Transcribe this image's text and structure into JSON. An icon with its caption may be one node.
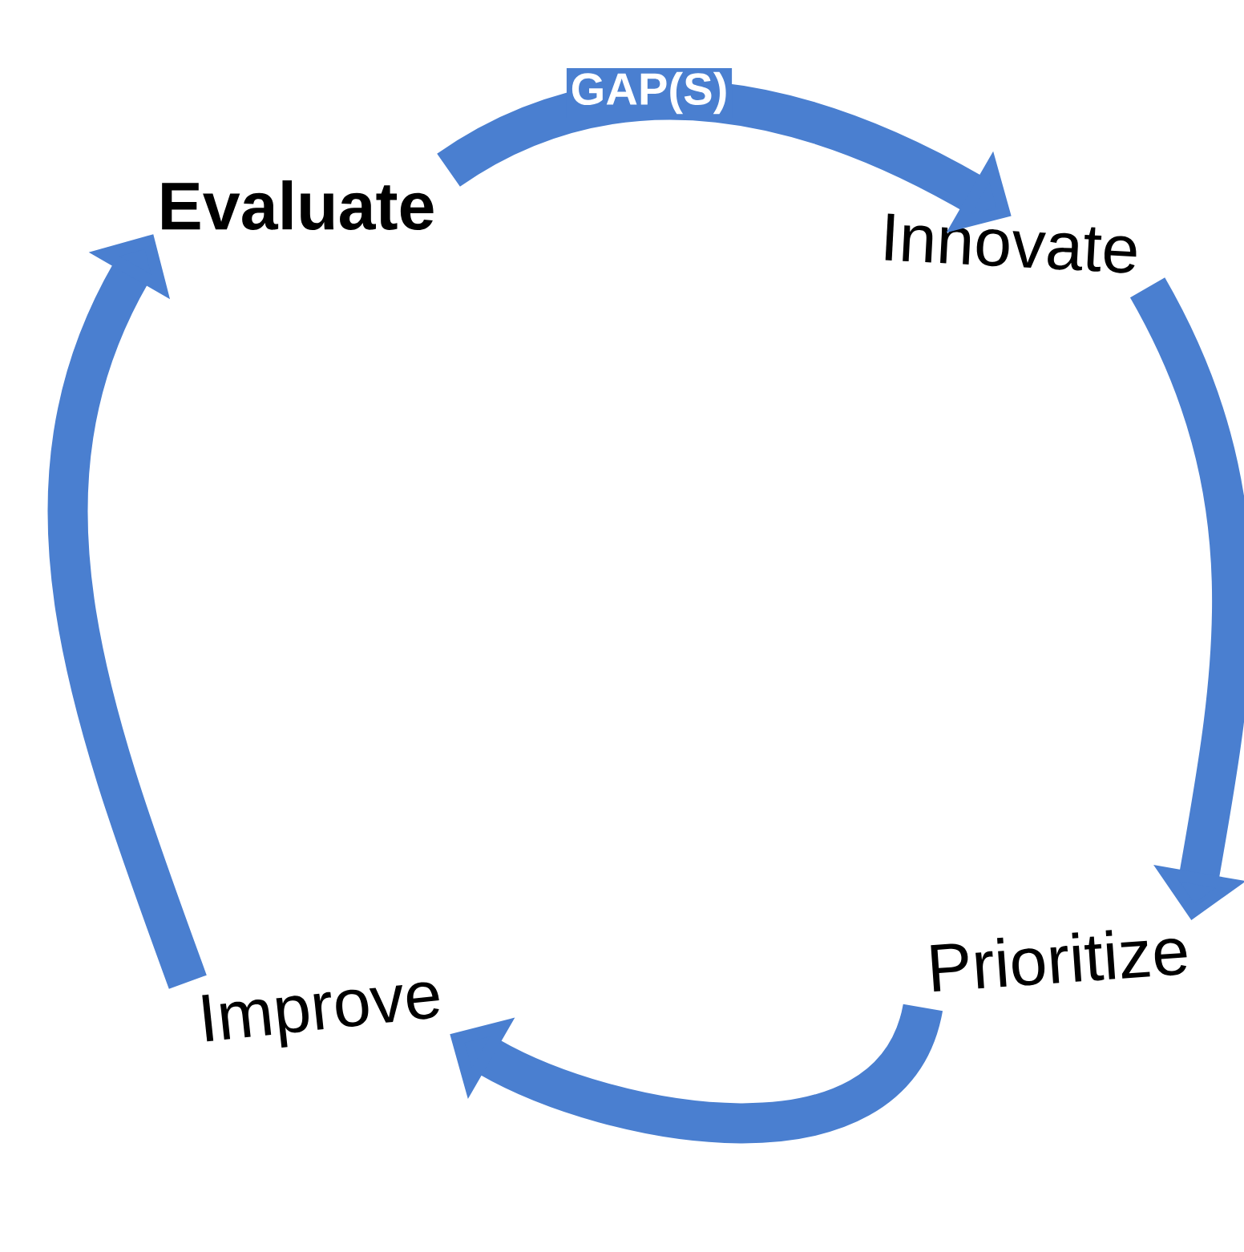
{
  "diagram": {
    "nodes": [
      {
        "text": [
          "Evaluate"
        ]
      },
      {
        "text": [
          "Innovate"
        ]
      },
      {
        "text": [
          "Prioritize"
        ]
      },
      {
        "text": [
          "Improve"
        ]
      }
    ],
    "edges": [
      {
        "from": 0,
        "to": 1,
        "arrow": "to",
        "label": "GAP(S)"
      },
      {
        "from": 1,
        "to": 2,
        "arrow": "to"
      },
      {
        "from": 2,
        "to": 3,
        "arrow": "to"
      },
      {
        "from": 3,
        "to": 0,
        "arrow": "to"
      }
    ]
  }
}
